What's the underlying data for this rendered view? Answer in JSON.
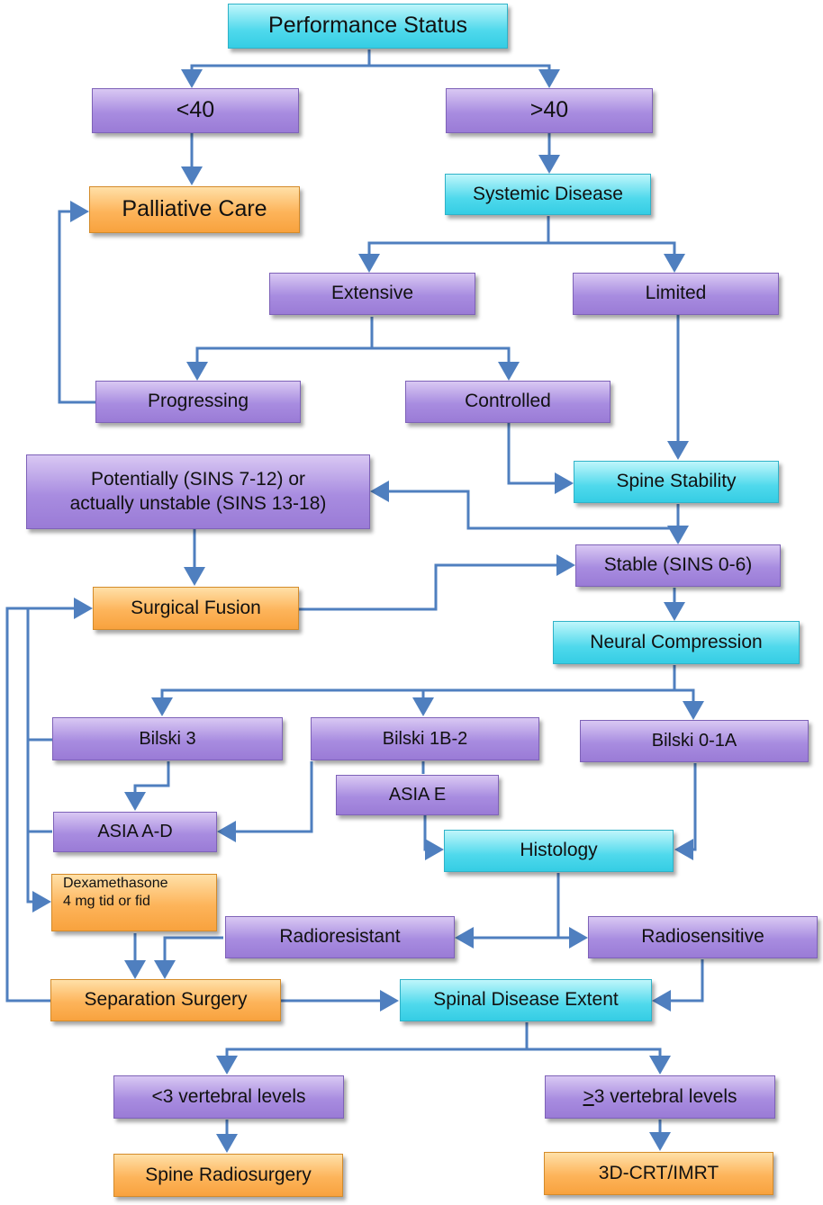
{
  "colors": {
    "cyan": "#4fd9ec",
    "purple": "#a88ce0",
    "orange": "#fdb45a",
    "arrow": "#4f7fbf"
  },
  "nodes": {
    "performance_status": "Performance Status",
    "lt40": "<40",
    "gt40": ">40",
    "palliative_care": "Palliative Care",
    "systemic_disease": "Systemic Disease",
    "extensive": "Extensive",
    "limited": "Limited",
    "progressing": "Progressing",
    "controlled": "Controlled",
    "unstable_line1": "Potentially (SINS 7-12) or",
    "unstable_line2": "actually unstable (SINS 13-18)",
    "spine_stability": "Spine Stability",
    "stable": "Stable (SINS 0-6)",
    "surgical_fusion": "Surgical Fusion",
    "neural_compression": "Neural Compression",
    "bilski3": "Bilski 3",
    "bilski1b2": "Bilski 1B-2",
    "bilski01a": "Bilski 0-1A",
    "asia_e": "ASIA E",
    "asia_ad": "ASIA A-D",
    "histology": "Histology",
    "dexa_line1": "Dexamethasone",
    "dexa_line2": "4 mg tid or fid",
    "radioresistant": "Radioresistant",
    "radiosensitive": "Radiosensitive",
    "separation_surgery": "Separation Surgery",
    "spinal_disease_extent": "Spinal Disease Extent",
    "lt3_levels": "<3 vertebral levels",
    "ge3_symbol": ">",
    "ge3_rest": "3 vertebral levels",
    "spine_radiosurgery": "Spine Radiosurgery",
    "crt_imrt": "3D-CRT/IMRT"
  }
}
